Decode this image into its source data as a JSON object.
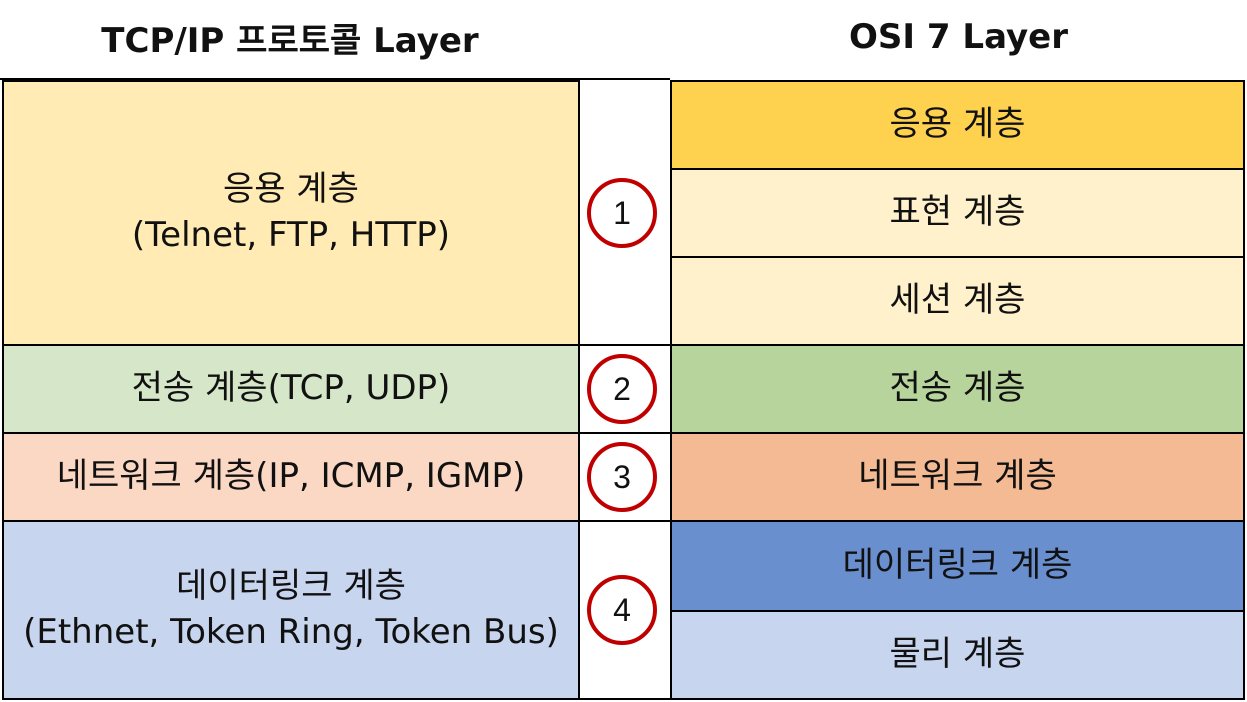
{
  "headers": {
    "tcpip": "TCP/IP 프로토콜 Layer",
    "osi": "OSI 7 Layer"
  },
  "tcpip_layers": [
    {
      "name": "응용 계층",
      "protocols": "(Telnet, FTP, HTTP)",
      "color": "#FFEBB3"
    },
    {
      "name": "전송 계층(TCP, UDP)",
      "protocols": "",
      "color": "#D6E6C8"
    },
    {
      "name": "네트워크 계층(IP, ICMP, IGMP)",
      "protocols": "",
      "color": "#FAD8C3"
    },
    {
      "name": "데이터링크 계층",
      "protocols": "(Ethnet, Token Ring, Token Bus)",
      "color": "#C8D5EE"
    }
  ],
  "mapping_numbers": [
    "1",
    "2",
    "3",
    "4"
  ],
  "osi_layers": [
    {
      "name": "응용 계층",
      "color": "#FED24F"
    },
    {
      "name": "표현 계층",
      "color": "#FFF1CC"
    },
    {
      "name": "세션 계층",
      "color": "#FFF1CC"
    },
    {
      "name": "전송 계층",
      "color": "#B6D49C"
    },
    {
      "name": "네트워크 계층",
      "color": "#F4BA94"
    },
    {
      "name": "데이터링크 계층",
      "color": "#6A8FCF"
    },
    {
      "name": "물리 계층",
      "color": "#C8D5EE"
    }
  ],
  "badge_color": "#C00000"
}
